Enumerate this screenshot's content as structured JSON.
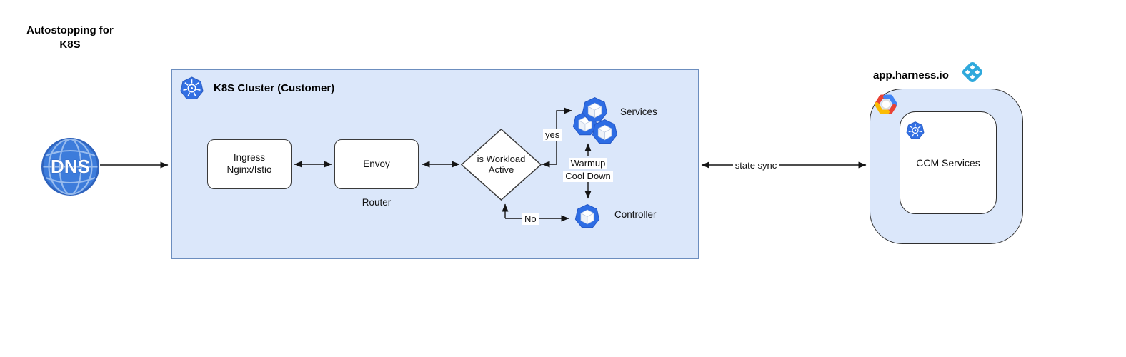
{
  "diagram": {
    "title": "Autostopping for K8S"
  },
  "dns": {
    "label": "DNS"
  },
  "cluster": {
    "title": "K8S Cluster (Customer)",
    "ingress_label": "Ingress Nginx/Istio",
    "envoy_label": "Envoy",
    "router_caption": "Router",
    "decision_label": "is Workload Active",
    "services_label": "Services",
    "controller_label": "Controller"
  },
  "edges": {
    "yes_label": "yes",
    "no_label": "No",
    "warmup_label": "Warmup",
    "cooldown_label": "Cool Down",
    "state_sync_label": "state sync"
  },
  "harness": {
    "domain_label": "app.harness.io",
    "ccm_label": "CCM Services"
  },
  "icons": {
    "dns_node": "globe-icon",
    "cluster_header": "kubernetes-icon",
    "services_node": "k8s-workload-cubes-icon",
    "controller_node": "k8s-workload-cube-icon",
    "harness_brand": "harness-logo-icon",
    "cloud_provider": "gcp-hexagon-icon",
    "ccm_cluster": "kubernetes-icon"
  },
  "colors": {
    "container_fill": "#dbe7fa",
    "cluster_border": "#6c8ebf",
    "box_border": "#3a3a3a",
    "k8s_blue": "#3370e3",
    "workload_blue": "#2e6de4",
    "harness_blue": "#2fa9dc",
    "dns_blue": "#3d7cdb",
    "line": "#141414"
  }
}
